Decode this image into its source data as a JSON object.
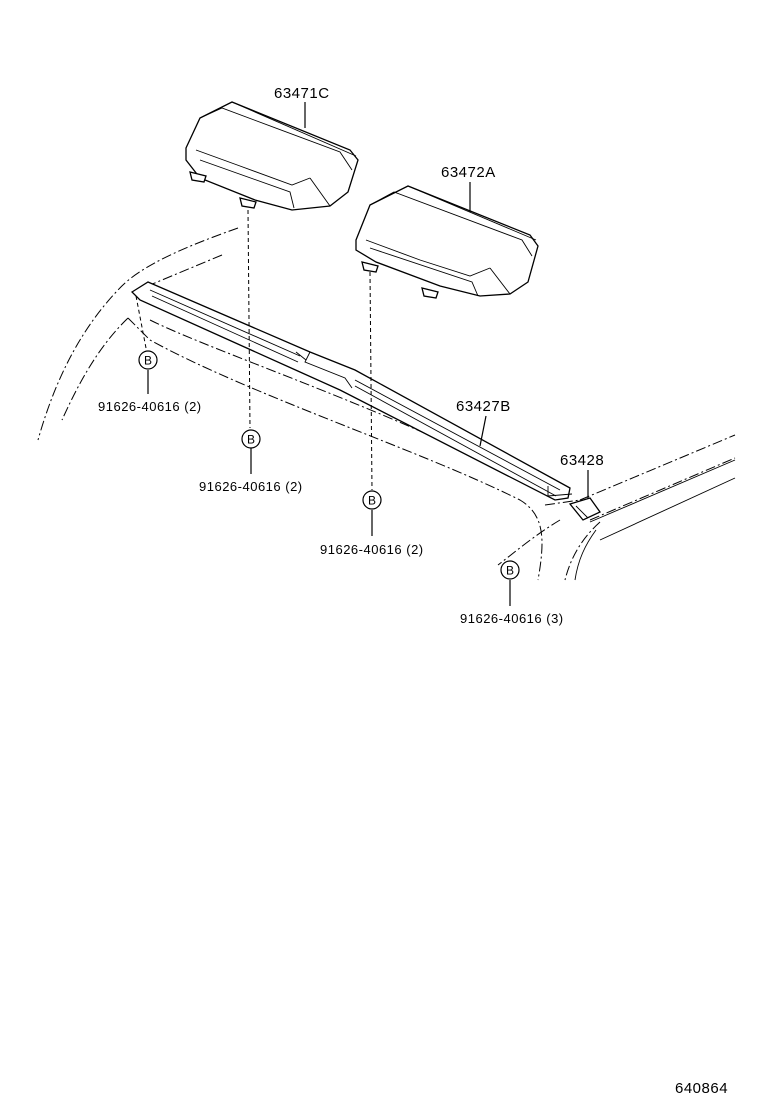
{
  "parts": {
    "p63471c": "63471C",
    "p63472a": "63472A",
    "p63427b": "63427B",
    "p63428": "63428"
  },
  "bolts": {
    "symbol": "B",
    "b1": "91626-40616 (2)",
    "b2": "91626-40616 (2)",
    "b3": "91626-40616 (2)",
    "b4": "91626-40616 (3)"
  },
  "footer": {
    "code": "640864"
  }
}
